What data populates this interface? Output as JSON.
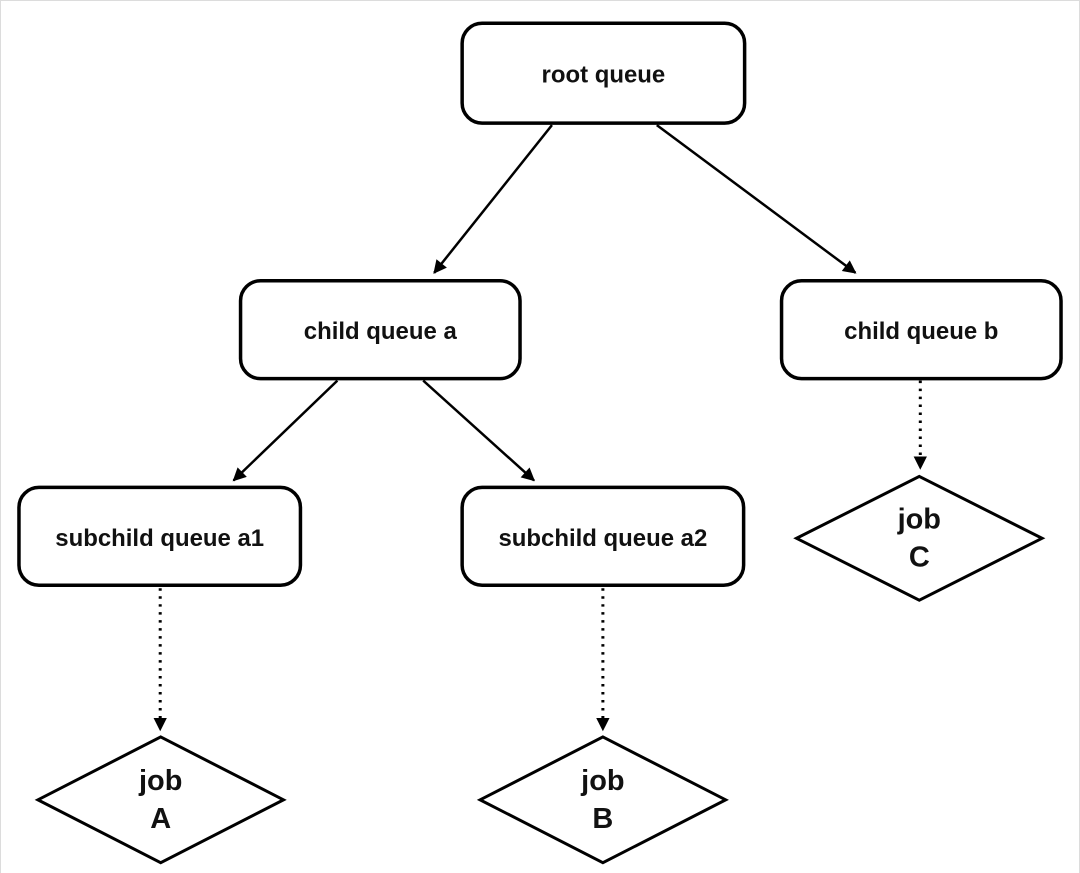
{
  "diagram": {
    "type": "flowchart",
    "colors": {
      "background": "#ffffff",
      "node_fill": "#ffffff",
      "stroke": "#000000",
      "frame": "#dcdcdc"
    },
    "nodes": {
      "root_queue": {
        "label": "root queue",
        "shape": "rounded-rect"
      },
      "child_queue_a": {
        "label": "child queue a",
        "shape": "rounded-rect"
      },
      "child_queue_b": {
        "label": "child queue b",
        "shape": "rounded-rect"
      },
      "subchild_queue_a1": {
        "label": "subchild queue a1",
        "shape": "rounded-rect"
      },
      "subchild_queue_a2": {
        "label": "subchild queue a2",
        "shape": "rounded-rect"
      },
      "job_a": {
        "line1": "job",
        "line2": "A",
        "shape": "diamond"
      },
      "job_b": {
        "line1": "job",
        "line2": "B",
        "shape": "diamond"
      },
      "job_c": {
        "line1": "job",
        "line2": "C",
        "shape": "diamond"
      }
    },
    "edges": [
      {
        "from": "root queue",
        "to": "child queue a",
        "line": "solid",
        "arrow": true
      },
      {
        "from": "root queue",
        "to": "child queue b",
        "line": "solid",
        "arrow": true
      },
      {
        "from": "child queue a",
        "to": "subchild queue a1",
        "line": "solid",
        "arrow": true
      },
      {
        "from": "child queue a",
        "to": "subchild queue a2",
        "line": "solid",
        "arrow": true
      },
      {
        "from": "subchild queue a1",
        "to": "job A",
        "line": "dotted",
        "arrow": true
      },
      {
        "from": "subchild queue a2",
        "to": "job B",
        "line": "dotted",
        "arrow": true
      },
      {
        "from": "child queue b",
        "to": "job C",
        "line": "dotted",
        "arrow": true
      }
    ]
  }
}
